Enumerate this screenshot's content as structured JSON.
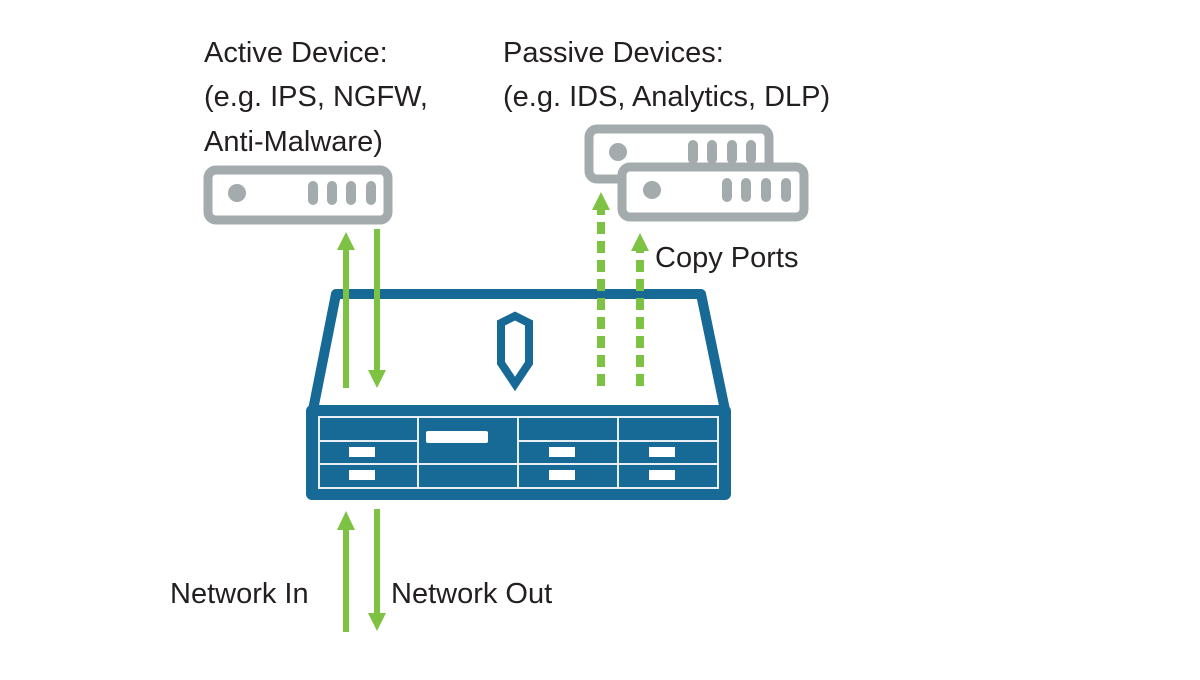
{
  "diagram": {
    "title": "",
    "colors": {
      "device_blue": "#176996",
      "appliance_gray": "#a3abad",
      "arrow_green": "#7dc242",
      "text": "#231f20",
      "background": "#ffffff"
    },
    "active_device": {
      "label_lines": [
        "Active Device:",
        "(e.g. IPS, NGFW,",
        "Anti-Malware)"
      ]
    },
    "passive_devices": {
      "label_lines": [
        "Passive Devices:",
        "(e.g. IDS, Analytics, DLP)"
      ],
      "count": 2
    },
    "copy_ports_label": "Copy Ports",
    "network_in_label": "Network In",
    "network_out_label": "Network Out",
    "central_device": {
      "icon": "shield-icon",
      "front_panel_columns": 4,
      "front_panel_rows": 3
    },
    "links": [
      {
        "from": "central-device",
        "to": "active-device",
        "style": "solid",
        "direction": "up"
      },
      {
        "from": "active-device",
        "to": "central-device",
        "style": "solid",
        "direction": "down"
      },
      {
        "from": "central-device",
        "to": "passive-device-1",
        "style": "dashed",
        "direction": "up"
      },
      {
        "from": "central-device",
        "to": "passive-device-2",
        "style": "dashed",
        "direction": "up"
      },
      {
        "from": "network",
        "to": "central-device",
        "style": "solid",
        "direction": "up",
        "label": "Network In"
      },
      {
        "from": "central-device",
        "to": "network",
        "style": "solid",
        "direction": "down",
        "label": "Network Out"
      }
    ]
  }
}
